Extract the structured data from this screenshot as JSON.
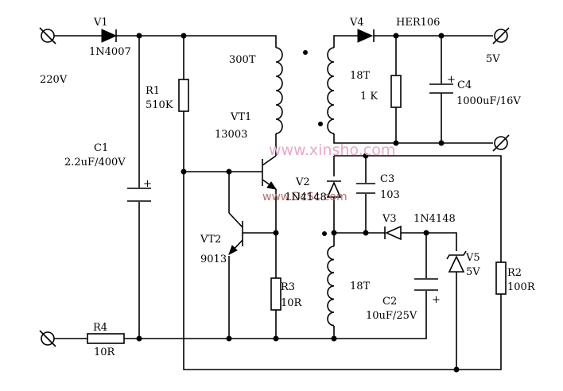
{
  "labels": {
    "v1": "V1",
    "v1_part": "1N4007",
    "ac_voltage": "220V",
    "r1": "R1",
    "r1_value": "510K",
    "c1": "C1",
    "c1_value": "2.2uF/400V",
    "r4": "R4",
    "r4_value": "10R",
    "primary_turns": "300T",
    "vt1": "VT1",
    "vt1_part": "13003",
    "vt2": "VT2",
    "vt2_part": "9013",
    "r3": "R3",
    "r3_value": "10R",
    "v2": "V2",
    "v2_part": "1N4148",
    "c3": "C3",
    "c3_value": "103",
    "v3": "V3",
    "v3_part": "1N4148",
    "v4": "V4",
    "v4_part": "HER106",
    "secondary_turns": "18T",
    "load_r": "1 K",
    "c4": "C4",
    "c4_value": "1000uF/16V",
    "output_voltage": "5V",
    "feedback_turns": "18T",
    "c2": "C2",
    "c2_value": "10uF/25V",
    "v5": "V5",
    "v5_value": "5V",
    "r2": "R2",
    "r2_value": "100R",
    "plus_c1": "+",
    "plus_c2": "+",
    "plus_c4": "+"
  },
  "watermarks": {
    "site1": "www.xinsho.com",
    "site2": "www.DzSc.com"
  }
}
